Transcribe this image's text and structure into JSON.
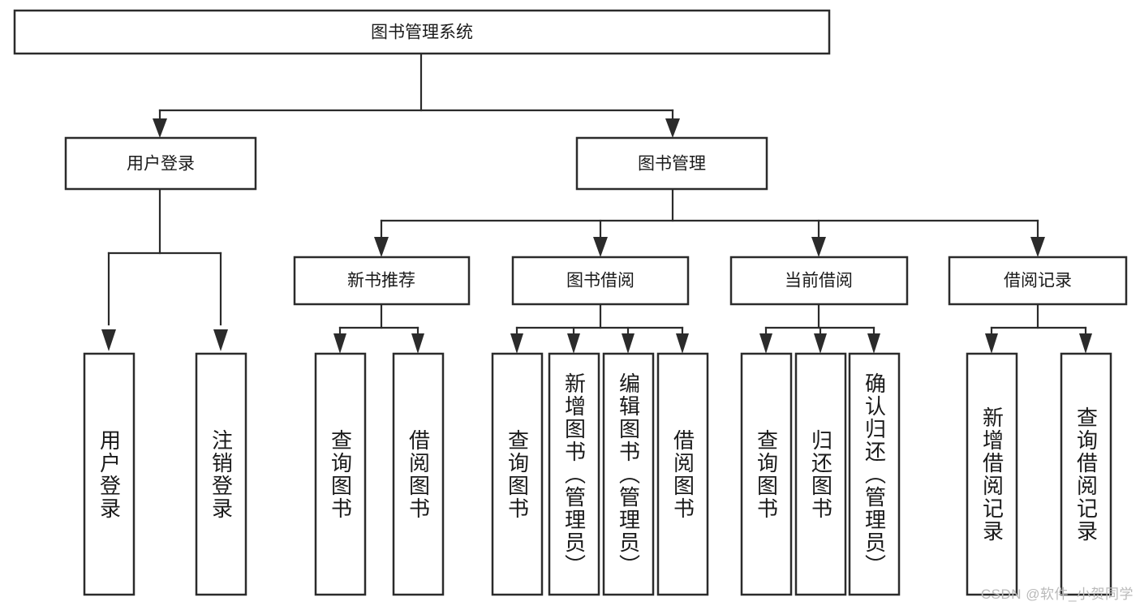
{
  "diagram": {
    "type": "tree-hierarchy-diagram",
    "title": "图书管理系统",
    "orientation": "top-down",
    "levels": 4,
    "root": {
      "id": "root",
      "label": "图书管理系统",
      "text_direction": "horizontal"
    },
    "level2": [
      {
        "id": "user-login",
        "label": "用户登录",
        "text_direction": "horizontal"
      },
      {
        "id": "book-manage",
        "label": "图书管理",
        "text_direction": "horizontal"
      }
    ],
    "level3": [
      {
        "id": "new-book-rec",
        "label": "新书推荐",
        "parent": "book-manage",
        "text_direction": "horizontal"
      },
      {
        "id": "book-borrow",
        "label": "图书借阅",
        "parent": "book-manage",
        "text_direction": "horizontal"
      },
      {
        "id": "current-borrow",
        "label": "当前借阅",
        "parent": "book-manage",
        "text_direction": "horizontal"
      },
      {
        "id": "borrow-record",
        "label": "借阅记录",
        "parent": "book-manage",
        "text_direction": "horizontal"
      }
    ],
    "leaves": [
      {
        "id": "leaf-user-login",
        "label": "用户登录",
        "parent": "user-login",
        "text_direction": "vertical"
      },
      {
        "id": "leaf-logout",
        "label": "注销登录",
        "parent": "user-login",
        "text_direction": "vertical"
      },
      {
        "id": "leaf-query-book-1",
        "label": "查询图书",
        "parent": "new-book-rec",
        "text_direction": "vertical"
      },
      {
        "id": "leaf-borrow-book-1",
        "label": "借阅图书",
        "parent": "new-book-rec",
        "text_direction": "vertical"
      },
      {
        "id": "leaf-query-book-2",
        "label": "查询图书",
        "parent": "book-borrow",
        "text_direction": "vertical"
      },
      {
        "id": "leaf-add-book",
        "label": "新增图书（管理员）",
        "parent": "book-borrow",
        "text_direction": "vertical"
      },
      {
        "id": "leaf-edit-book",
        "label": "编辑图书（管理员）",
        "parent": "book-borrow",
        "text_direction": "vertical"
      },
      {
        "id": "leaf-borrow-book-2",
        "label": "借阅图书",
        "parent": "book-borrow",
        "text_direction": "vertical"
      },
      {
        "id": "leaf-query-book-3",
        "label": "查询图书",
        "parent": "current-borrow",
        "text_direction": "vertical"
      },
      {
        "id": "leaf-return-book",
        "label": "归还图书",
        "parent": "current-borrow",
        "text_direction": "vertical"
      },
      {
        "id": "leaf-confirm-return",
        "label": "确认归还（管理员）",
        "parent": "current-borrow",
        "text_direction": "vertical"
      },
      {
        "id": "leaf-add-record",
        "label": "新增借阅记录",
        "parent": "borrow-record",
        "text_direction": "vertical"
      },
      {
        "id": "leaf-query-record",
        "label": "查询借阅记录",
        "parent": "borrow-record",
        "text_direction": "vertical"
      }
    ],
    "colors": {
      "box_fill": "#ffffff",
      "box_stroke": "#2b2b2b",
      "connector": "#2b2b2b",
      "text": "#1a1a1a",
      "background": "#ffffff",
      "watermark": "#b9b9b9"
    }
  },
  "watermark": {
    "text": "CSDN @软件_小贺同学"
  }
}
